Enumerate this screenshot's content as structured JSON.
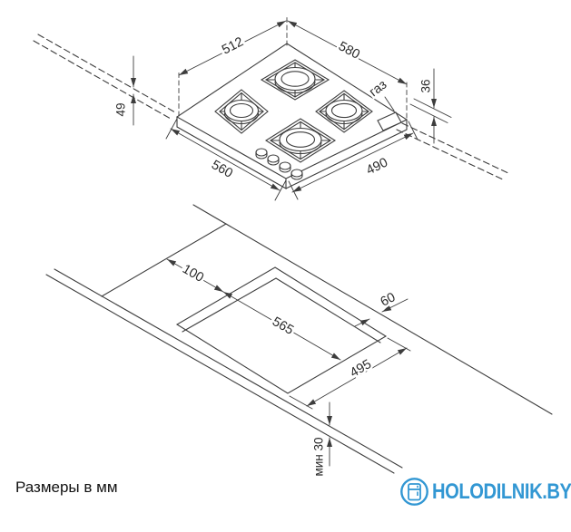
{
  "drawing": {
    "line_color": "#3d3d3d"
  },
  "hob_view": {
    "dim_top_left_edge": "512",
    "dim_top_right_edge": "580",
    "gas_label": "газ",
    "dim_gas_height": "36",
    "dim_body_height": "49",
    "dim_front_left_edge": "560",
    "dim_front_right_edge": "490"
  },
  "cutout_view": {
    "dim_side_offset": "100",
    "dim_cutout_length": "565",
    "dim_rear_offset": "60",
    "dim_cutout_width": "495",
    "dim_min_counter_thickness": "мин 30"
  },
  "footer": {
    "units_note": "Размеры в мм"
  },
  "logo": {
    "brand_text": "HOLODILNIK.BY",
    "accent_color": "#3297d3"
  }
}
